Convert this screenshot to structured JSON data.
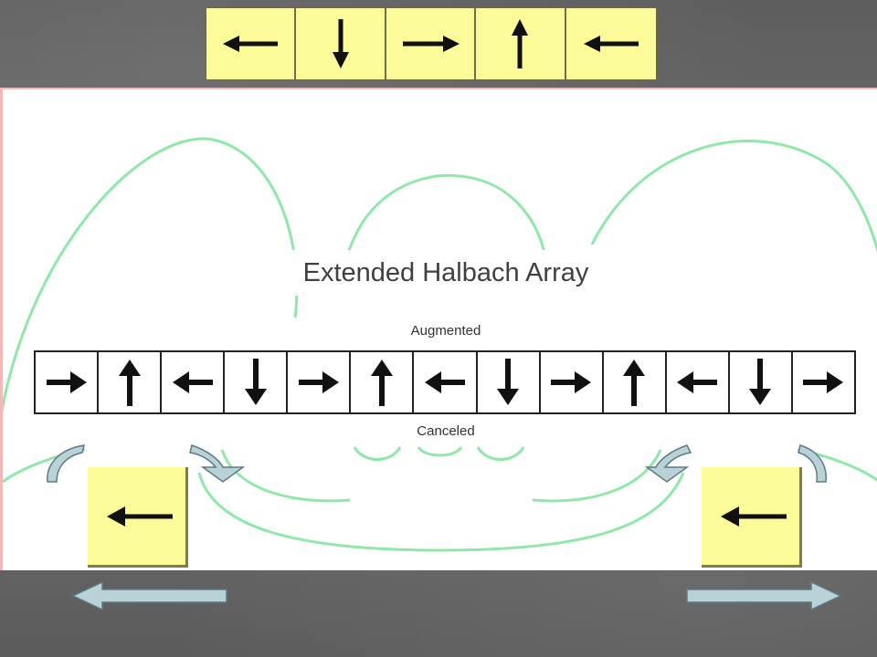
{
  "colors": {
    "block_fill": "#fbfb9a",
    "field_line": "#90e8a8",
    "curved_arrow": "#b8d2d8",
    "background": "#6b6b6b"
  },
  "top_strip": {
    "cells": [
      {
        "icon": "arrow-left-icon"
      },
      {
        "icon": "arrow-down-icon"
      },
      {
        "icon": "arrow-right-icon"
      },
      {
        "icon": "arrow-up-icon"
      },
      {
        "icon": "arrow-left-icon"
      }
    ]
  },
  "diagram": {
    "title": "Extended Halbach Array",
    "label_top": "Augmented",
    "label_bottom": "Canceled",
    "array": [
      "arrow-right-icon",
      "arrow-up-icon",
      "arrow-left-icon",
      "arrow-down-icon",
      "arrow-right-icon",
      "arrow-up-icon",
      "arrow-left-icon",
      "arrow-down-icon",
      "arrow-right-icon",
      "arrow-up-icon",
      "arrow-left-icon",
      "arrow-down-icon",
      "arrow-right-icon"
    ]
  },
  "side_blocks": {
    "left": {
      "icon": "arrow-left-icon"
    },
    "right": {
      "icon": "arrow-left-icon"
    }
  }
}
